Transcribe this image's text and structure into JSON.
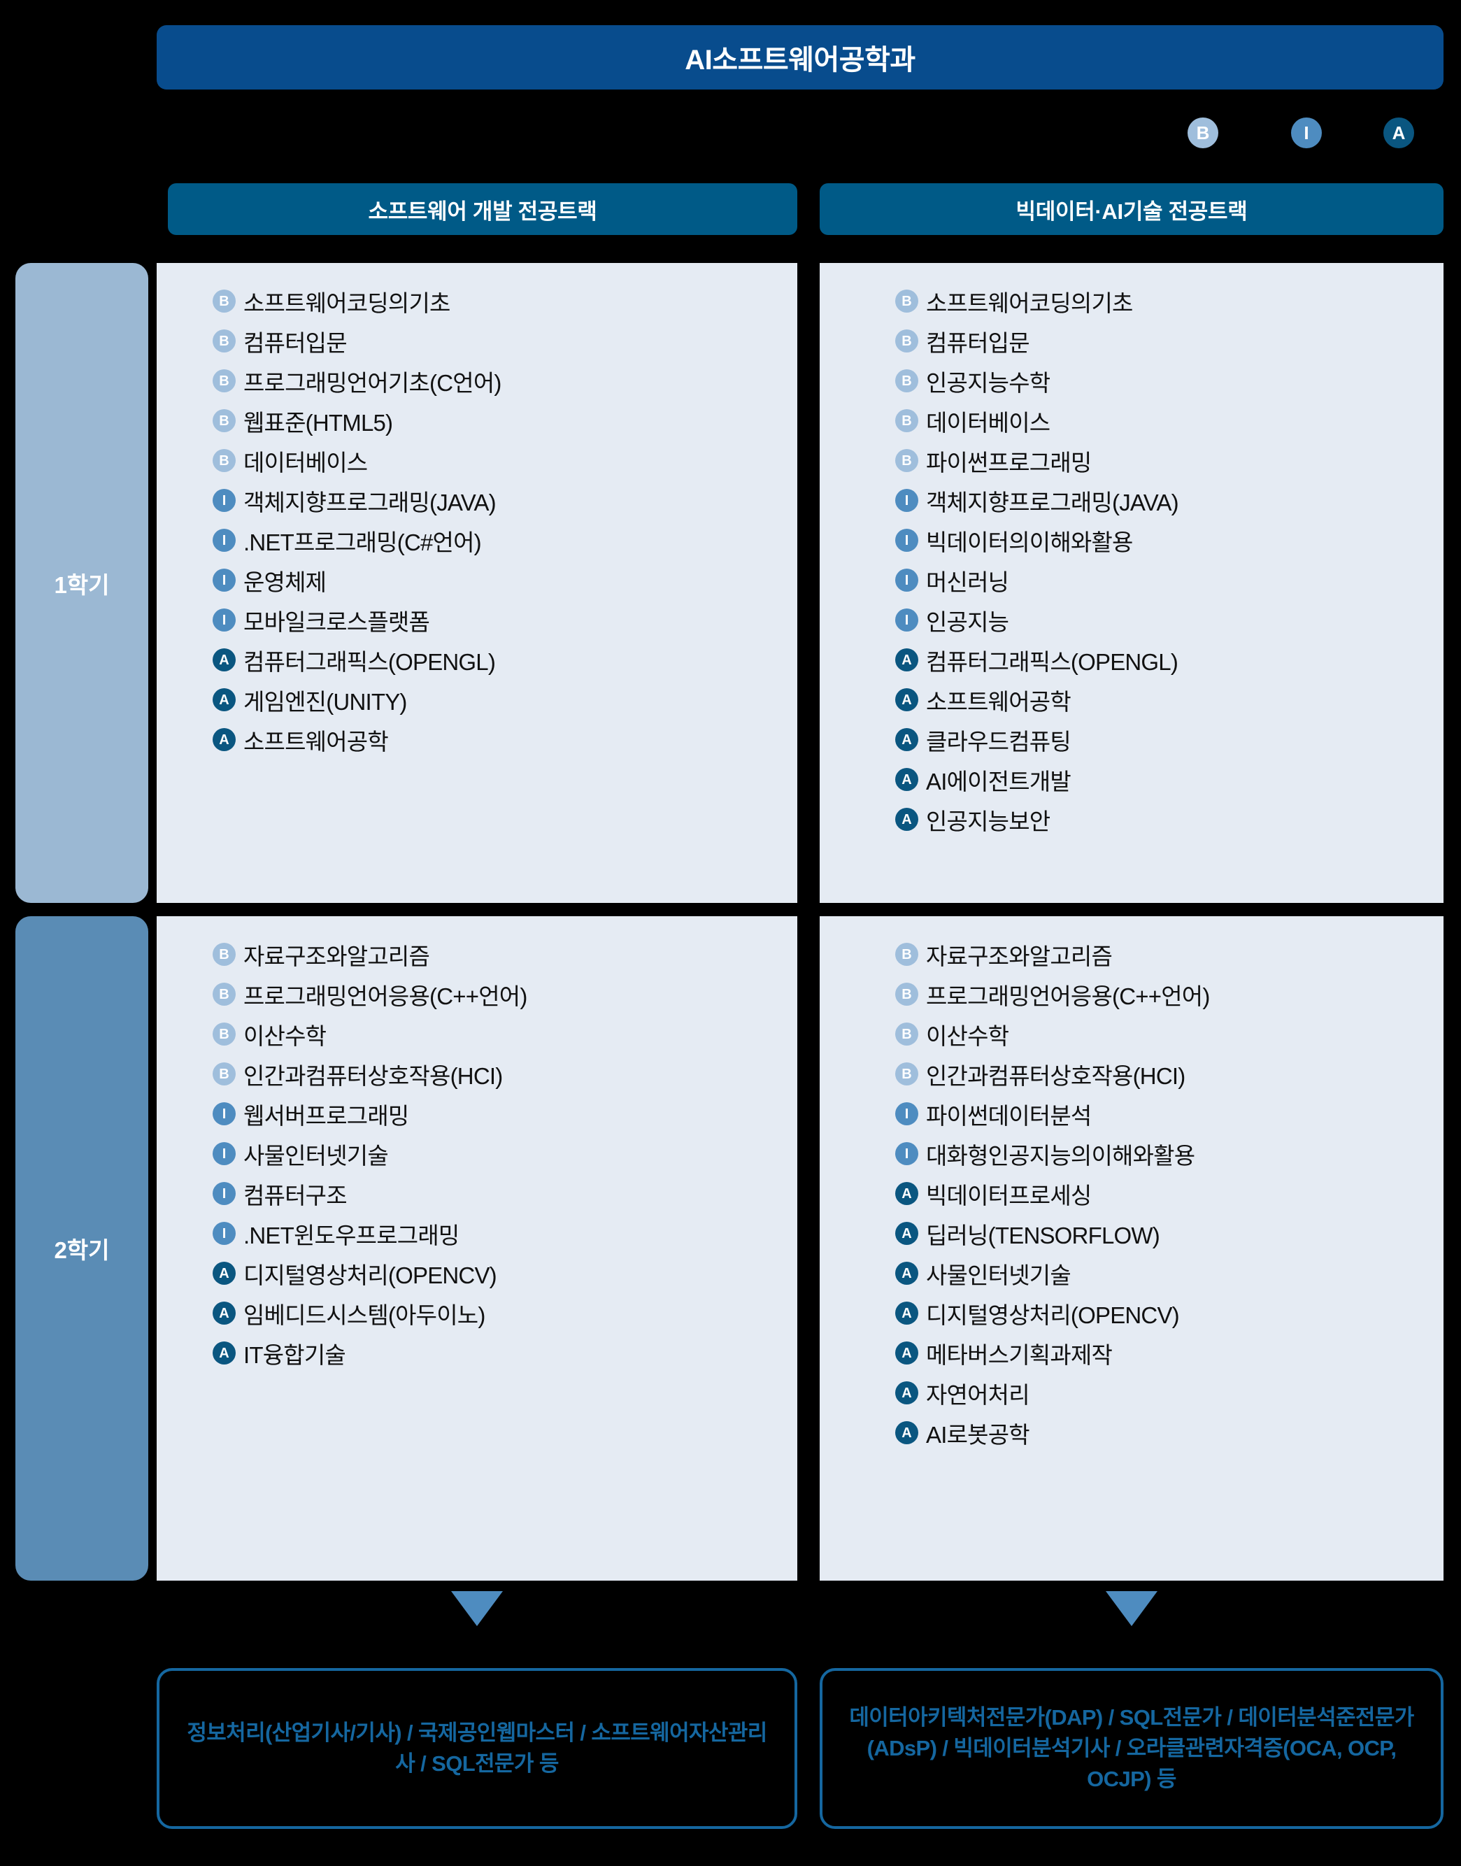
{
  "header": {
    "department_title": "AI소프트웨어공학과"
  },
  "legend": {
    "badges": [
      {
        "code": "B",
        "color": "#9FBEDC"
      },
      {
        "code": "I",
        "color": "#4E8CC0"
      },
      {
        "code": "A",
        "color": "#0A5680"
      }
    ]
  },
  "tracks": [
    {
      "id": "sw-dev",
      "title": "소프트웨어 개발 전공트랙"
    },
    {
      "id": "bigdata-ai",
      "title": "빅데이터·AI기술 전공트랙"
    }
  ],
  "semesters": [
    {
      "id": "sem1",
      "label": "1학기",
      "color": "#9BB8D3"
    },
    {
      "id": "sem2",
      "label": "2학기",
      "color": "#5A8CB5"
    }
  ],
  "courses": {
    "sem1_left": [
      {
        "level": "B",
        "name": "소프트웨어코딩의기초"
      },
      {
        "level": "B",
        "name": "컴퓨터입문"
      },
      {
        "level": "B",
        "name": "프로그래밍언어기초(C언어)"
      },
      {
        "level": "B",
        "name": "웹표준(HTML5)"
      },
      {
        "level": "B",
        "name": "데이터베이스"
      },
      {
        "level": "I",
        "name": "객체지향프로그래밍(JAVA)"
      },
      {
        "level": "I",
        "name": ".NET프로그래밍(C#언어)"
      },
      {
        "level": "I",
        "name": "운영체제"
      },
      {
        "level": "I",
        "name": "모바일크로스플랫폼"
      },
      {
        "level": "A",
        "name": "컴퓨터그래픽스(OPENGL)"
      },
      {
        "level": "A",
        "name": "게임엔진(UNITY)"
      },
      {
        "level": "A",
        "name": "소프트웨어공학"
      }
    ],
    "sem1_right": [
      {
        "level": "B",
        "name": "소프트웨어코딩의기초"
      },
      {
        "level": "B",
        "name": "컴퓨터입문"
      },
      {
        "level": "B",
        "name": "인공지능수학"
      },
      {
        "level": "B",
        "name": "데이터베이스"
      },
      {
        "level": "B",
        "name": "파이썬프로그래밍"
      },
      {
        "level": "I",
        "name": "객체지향프로그래밍(JAVA)"
      },
      {
        "level": "I",
        "name": "빅데이터의이해와활용"
      },
      {
        "level": "I",
        "name": "머신러닝"
      },
      {
        "level": "I",
        "name": "인공지능"
      },
      {
        "level": "A",
        "name": "컴퓨터그래픽스(OPENGL)"
      },
      {
        "level": "A",
        "name": "소프트웨어공학"
      },
      {
        "level": "A",
        "name": "클라우드컴퓨팅"
      },
      {
        "level": "A",
        "name": "AI에이전트개발"
      },
      {
        "level": "A",
        "name": "인공지능보안"
      }
    ],
    "sem2_left": [
      {
        "level": "B",
        "name": "자료구조와알고리즘"
      },
      {
        "level": "B",
        "name": "프로그래밍언어응용(C++언어)"
      },
      {
        "level": "B",
        "name": "이산수학"
      },
      {
        "level": "B",
        "name": "인간과컴퓨터상호작용(HCI)"
      },
      {
        "level": "I",
        "name": "웹서버프로그래밍"
      },
      {
        "level": "I",
        "name": "사물인터넷기술"
      },
      {
        "level": "I",
        "name": "컴퓨터구조"
      },
      {
        "level": "I",
        "name": ".NET윈도우프로그래밍"
      },
      {
        "level": "A",
        "name": "디지털영상처리(OPENCV)"
      },
      {
        "level": "A",
        "name": "임베디드시스템(아두이노)"
      },
      {
        "level": "A",
        "name": "IT융합기술"
      }
    ],
    "sem2_right": [
      {
        "level": "B",
        "name": "자료구조와알고리즘"
      },
      {
        "level": "B",
        "name": "프로그래밍언어응용(C++언어)"
      },
      {
        "level": "B",
        "name": "이산수학"
      },
      {
        "level": "B",
        "name": "인간과컴퓨터상호작용(HCI)"
      },
      {
        "level": "I",
        "name": "파이썬데이터분석"
      },
      {
        "level": "I",
        "name": "대화형인공지능의이해와활용"
      },
      {
        "level": "A",
        "name": "빅데이터프로세싱"
      },
      {
        "level": "A",
        "name": "딥러닝(TENSORFLOW)"
      },
      {
        "level": "A",
        "name": "사물인터넷기술"
      },
      {
        "level": "A",
        "name": "디지털영상처리(OPENCV)"
      },
      {
        "level": "A",
        "name": "메타버스기획과제작"
      },
      {
        "level": "A",
        "name": "자연어처리"
      },
      {
        "level": "A",
        "name": "AI로봇공학"
      }
    ]
  },
  "certifications": [
    {
      "id": "cert-sw",
      "text": "정보처리(산업기사/기사) / 국제공인웹마스터 / 소프트웨어자산관리사 / SQL전문가 등"
    },
    {
      "id": "cert-bigdata",
      "text": "데이터아키텍처전문가(DAP) / SQL전문가 / 데이터분석준전문가(ADsP) / 빅데이터분석기사 / 오라클관련자격증(OCA, OCP, OCJP) 등"
    }
  ],
  "colors": {
    "title_bar": "#084C8D",
    "track_header": "#005A87",
    "panel_bg": "#E5EBF3",
    "accent": "#1567A0",
    "arrow": "#4E8CC0",
    "background": "#000000"
  }
}
